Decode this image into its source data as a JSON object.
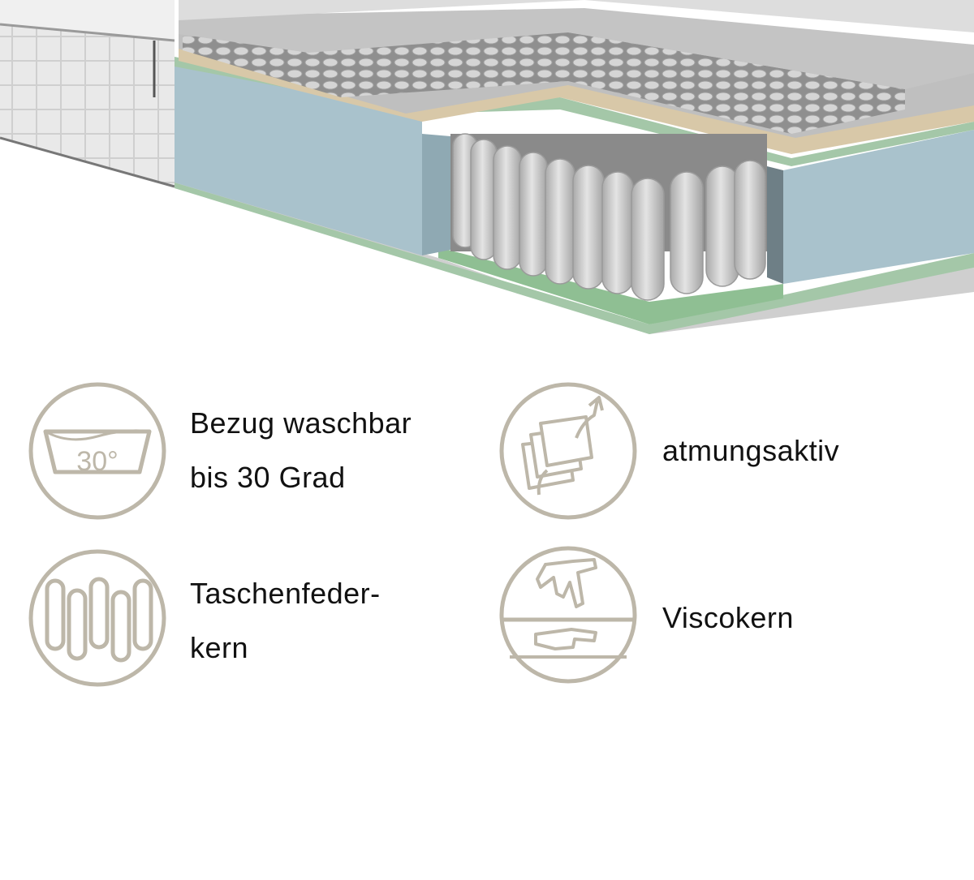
{
  "colors": {
    "icon_stroke": "#bdb7a9",
    "foam_blue": "#a9c2cc",
    "foam_green": "#a4c7a8",
    "spring_grey": "#c9c9c9",
    "text": "#111111"
  },
  "features": [
    {
      "icon": "wash-30-icon",
      "badge": "30°",
      "lines": [
        "Bezug waschbar",
        "bis 30 Grad"
      ]
    },
    {
      "icon": "breathable-layers-icon",
      "lines": [
        "atmungsaktiv"
      ]
    },
    {
      "icon": "pocket-springs-icon",
      "lines": [
        "Taschenfeder-",
        "kern"
      ]
    },
    {
      "icon": "visco-hand-icon",
      "lines": [
        "Viscokern"
      ]
    }
  ]
}
